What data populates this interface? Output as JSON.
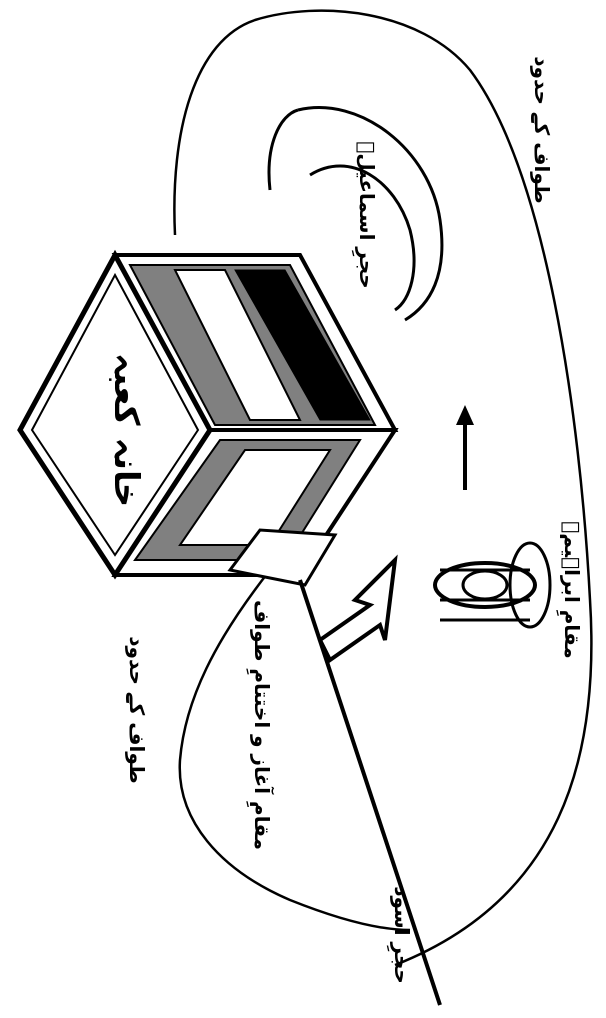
{
  "diagram": {
    "kaaba_label": "خانہ کعبہ",
    "hateem_label": "حجرِ اسماعیلؑ",
    "maqam_ibrahim_label": "مقامِ ابراہیمؑ",
    "start_end_label": "مقامِ آغاز و اختتامِ طواف",
    "black_stone_label": "حجرِ اسود",
    "tawaf_boundary_label_top": "طواف کے حدود",
    "tawaf_boundary_label_bottom": "طواف کے حدود"
  },
  "colors": {
    "ink": "#000000",
    "stripe_gray": "#808080",
    "background": "#ffffff"
  },
  "icons": {
    "direction_arrow": "arrow-up-icon",
    "entry_arrow": "arrow-up-right-icon"
  }
}
